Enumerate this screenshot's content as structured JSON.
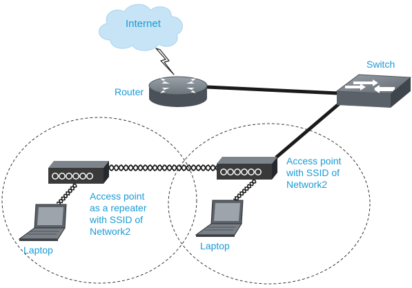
{
  "labels": {
    "internet": "Internet",
    "router": "Router",
    "switch": "Switch",
    "ap_left": "Access point\nas a repeater\nwith SSID of\nNetwork2",
    "ap_right": "Access point\nwith SSID of\nNetwork2",
    "laptop_left": "Laptop",
    "laptop_right": "Laptop"
  },
  "colors": {
    "label_text": "#1a9ad6",
    "cloud_fill": "#c6e4f5",
    "cable": "#1a1a1a",
    "device_body": "#3a3a3a",
    "coverage_outline": "#333333"
  },
  "connections": [
    {
      "from": "router",
      "to": "switch",
      "medium": "wired"
    },
    {
      "from": "switch",
      "to": "access-point-right",
      "medium": "wired"
    },
    {
      "from": "router",
      "to": "internet",
      "medium": "wan"
    },
    {
      "from": "access-point-left",
      "to": "access-point-right",
      "medium": "wireless"
    },
    {
      "from": "access-point-left",
      "to": "laptop-left",
      "medium": "wireless"
    },
    {
      "from": "access-point-right",
      "to": "laptop-right",
      "medium": "wireless"
    }
  ]
}
